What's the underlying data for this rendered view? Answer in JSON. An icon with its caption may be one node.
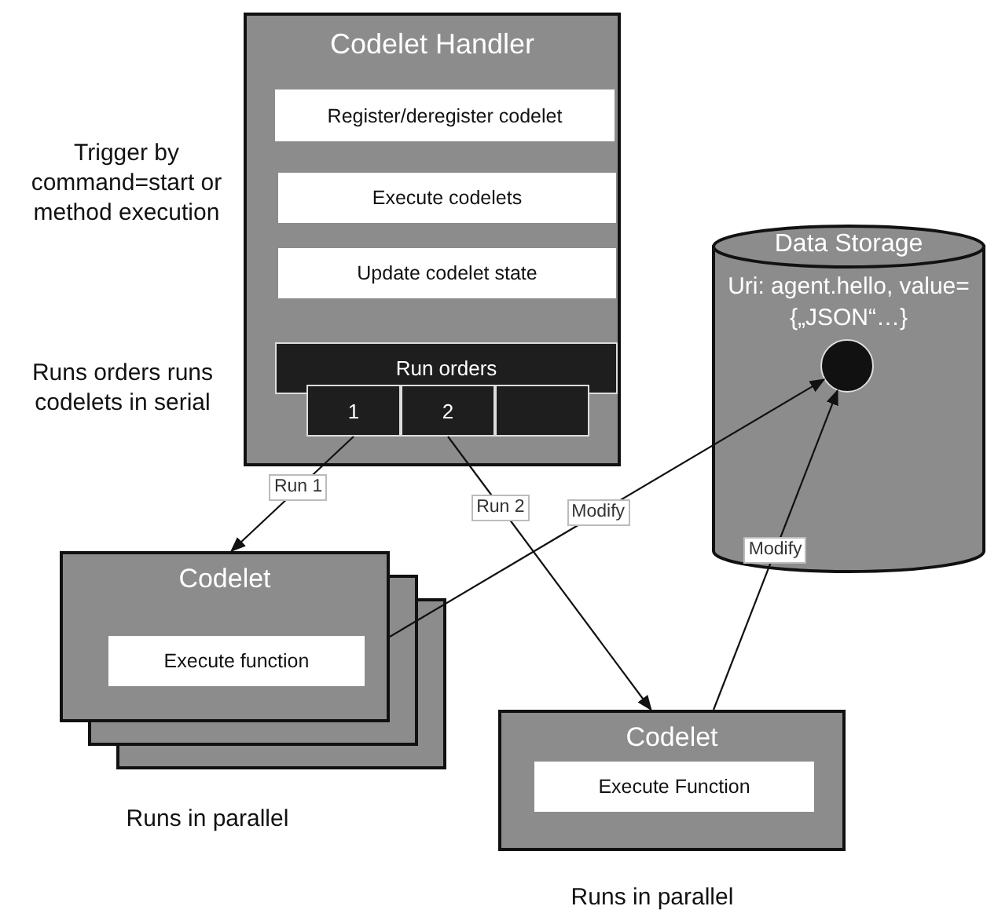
{
  "diagram": {
    "nodes": [
      {
        "text": [
          "Codelet Handler"
        ]
      },
      {
        "text": [
          "Register/deregister codelet"
        ],
        "in": 0
      },
      {
        "text": [
          "Execute codelets"
        ],
        "in": 0
      },
      {
        "text": [
          "Update codelet state"
        ],
        "in": 0
      },
      {
        "text": [
          "Run orders"
        ],
        "in": 0
      },
      {
        "text": [
          "1"
        ],
        "in": 0
      },
      {
        "text": [
          "2"
        ],
        "in": 0
      },
      {
        "text": [],
        "shape": "box",
        "in": 0
      },
      {
        "text": [
          "Data Storage",
          "Uri: agent.hello, value={„JSON“…}"
        ]
      },
      {
        "text": [],
        "shape": "circle",
        "in": 8
      },
      {
        "text": [
          "Codelet"
        ]
      },
      {
        "text": [
          "Execute function"
        ],
        "in": 10
      },
      {
        "text": [
          "Codelet"
        ]
      },
      {
        "text": [
          "Execute Function"
        ],
        "in": 12
      }
    ],
    "edges": [
      {
        "from": 5,
        "to": 10,
        "arrow": "to",
        "label": "Run 1"
      },
      {
        "from": 6,
        "to": 12,
        "arrow": "to",
        "label": "Run 2"
      },
      {
        "from": 10,
        "to": 9,
        "arrow": "to",
        "label": "Modify"
      },
      {
        "from": 12,
        "to": 9,
        "arrow": "to",
        "label": "Modify"
      }
    ],
    "labels": [
      "Trigger by command=start or method execution",
      "Runs orders runs codelets in serial",
      "Runs in parallel",
      "Runs in parallel"
    ]
  }
}
